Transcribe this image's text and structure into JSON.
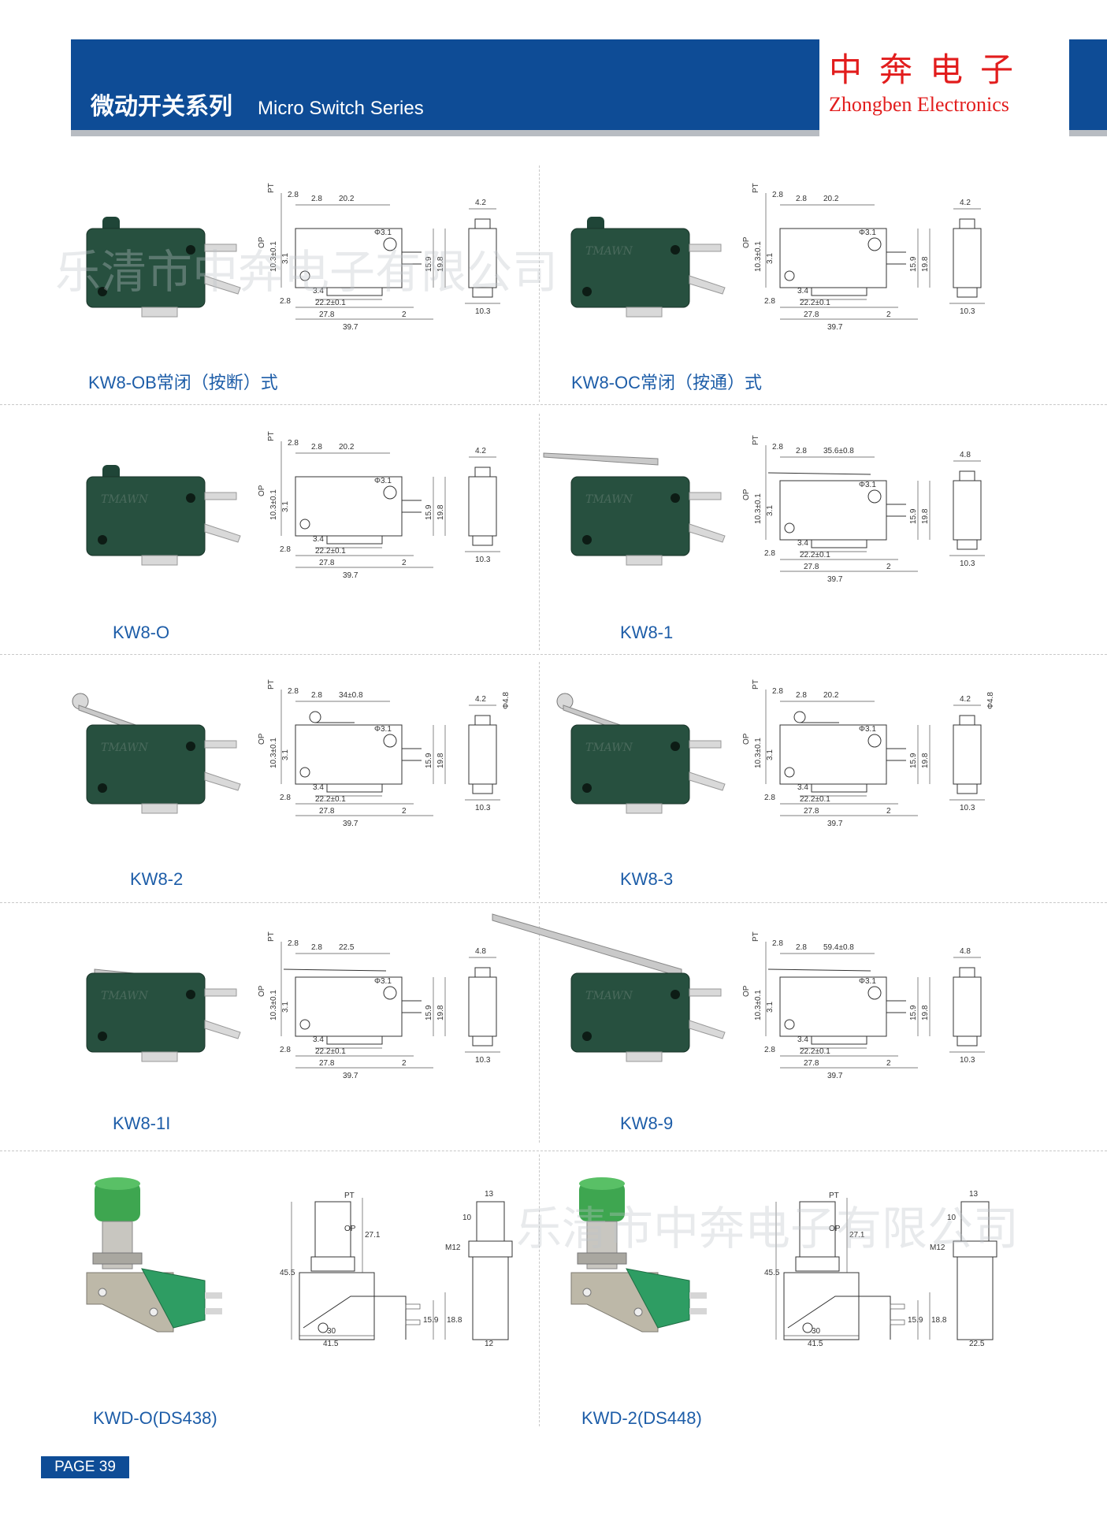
{
  "header": {
    "title_zh": "微动开关系列",
    "title_en": "Micro Switch Series",
    "brand_zh": "中奔电子",
    "brand_en": "Zhongben Electronics"
  },
  "watermarks": [
    "乐清市中奔电子有限公司",
    "乐清市中奔电子有限公司"
  ],
  "products": [
    {
      "model": "KW8-OB常闭（按断）式",
      "imprint": "",
      "dims": {
        "w": "20.2",
        "h1": "2.8",
        "h2": "2.8",
        "hole": "Φ3.1",
        "a": "3.4",
        "b": "22.2±0.1",
        "c": "27.8",
        "d": "39.7",
        "e": "2",
        "f": "15.9",
        "g": "19.8",
        "h": "10.3",
        "t": "4.2",
        "pt": "PT",
        "op": "OP",
        "v1": "10.3±0.1",
        "v2": "3.1",
        "s": "2.8"
      }
    },
    {
      "model": "KW8-OC常闭（按通）式",
      "imprint": "TMAWN",
      "dims": {
        "w": "20.2",
        "h1": "2.8",
        "h2": "2.8",
        "hole": "Φ3.1",
        "a": "3.4",
        "b": "22.2±0.1",
        "c": "27.8",
        "d": "39.7",
        "e": "2",
        "f": "15.9",
        "g": "19.8",
        "h": "10.3",
        "t": "4.2",
        "pt": "PT",
        "op": "OP",
        "v1": "10.3±0.1",
        "v2": "3.1",
        "s": "2.8"
      }
    },
    {
      "model": "KW8-O",
      "imprint": "TMAWN",
      "dims": {
        "w": "20.2",
        "h1": "2.8",
        "h2": "2.8",
        "hole": "Φ3.1",
        "a": "3.4",
        "b": "22.2±0.1",
        "c": "27.8",
        "d": "39.7",
        "e": "2",
        "f": "15.9",
        "g": "19.8",
        "h": "10.3",
        "t": "4.2",
        "pt": "PT",
        "op": "OP",
        "v1": "10.3±0.1",
        "v2": "3.1",
        "s": "2.8"
      }
    },
    {
      "model": "KW8-1",
      "imprint": "TMAWN",
      "dims": {
        "w": "35.6±0.8",
        "h1": "2.8",
        "h2": "2.8",
        "hole": "Φ3.1",
        "a": "3.4",
        "b": "22.2±0.1",
        "c": "27.8",
        "d": "39.7",
        "e": "2",
        "f": "15.9",
        "g": "19.8",
        "h": "10.3",
        "t": "4.8",
        "pt": "PT",
        "op": "OP",
        "v1": "10.3±0.1",
        "v2": "3.1",
        "s": "2.8"
      }
    },
    {
      "model": "KW8-2",
      "imprint": "TMAWN",
      "dims": {
        "w": "34±0.8",
        "h1": "2.8",
        "h2": "2.8",
        "hole": "Φ3.1",
        "a": "3.4",
        "b": "22.2±0.1",
        "c": "27.8",
        "d": "39.7",
        "e": "2",
        "f": "15.9",
        "g": "19.8",
        "h": "10.3",
        "t": "4.2",
        "pt": "PT",
        "op": "OP",
        "v1": "10.3±0.1",
        "v2": "3.1",
        "s": "2.8",
        "roll": "Φ4.8"
      }
    },
    {
      "model": "KW8-3",
      "imprint": "TMAWN",
      "dims": {
        "w": "20.2",
        "h1": "2.8",
        "h2": "2.8",
        "hole": "Φ3.1",
        "a": "3.4",
        "b": "22.2±0.1",
        "c": "27.8",
        "d": "39.7",
        "e": "2",
        "f": "15.9",
        "g": "19.8",
        "h": "10.3",
        "t": "4.2",
        "pt": "PT",
        "op": "OP",
        "v1": "10.3±0.1",
        "v2": "3.1",
        "s": "2.8",
        "roll": "Φ4.8"
      }
    },
    {
      "model": "KW8-1I",
      "imprint": "TMAWN",
      "dims": {
        "w": "22.5",
        "h1": "2.8",
        "h2": "2.8",
        "hole": "Φ3.1",
        "a": "3.4",
        "b": "22.2±0.1",
        "c": "27.8",
        "d": "39.7",
        "e": "2",
        "f": "15.9",
        "g": "19.8",
        "h": "10.3",
        "t": "4.8",
        "pt": "PT",
        "op": "OP",
        "v1": "10.3±0.1",
        "v2": "3.1",
        "s": "2.8"
      }
    },
    {
      "model": "KW8-9",
      "imprint": "TMAWN",
      "dims": {
        "w": "59.4±0.8",
        "h1": "2.8",
        "h2": "2.8",
        "hole": "Φ3.1",
        "a": "3.4",
        "b": "22.2±0.1",
        "c": "27.8",
        "d": "39.7",
        "e": "2",
        "f": "15.9",
        "g": "19.8",
        "h": "10.3",
        "t": "4.8",
        "pt": "PT",
        "op": "OP",
        "v1": "10.3±0.1",
        "v2": "3.1",
        "s": "2.8"
      }
    },
    {
      "model": "KWD-O(DS438)",
      "dims": {
        "pt": "PT",
        "op": "OP",
        "h45": "45.5",
        "h27": "27.1",
        "h15": "15.9",
        "h18": "18.8",
        "w30": "30",
        "w41": "41.5",
        "t13": "13",
        "t10": "10",
        "m12": "M12",
        "t12": "12"
      }
    },
    {
      "model": "KWD-2(DS448)",
      "dims": {
        "pt": "PT",
        "op": "OP",
        "h45": "45.5",
        "h27": "27.1",
        "h15": "15.9",
        "h18": "18.8",
        "w30": "30",
        "w41": "41.5",
        "t13": "13",
        "t10": "10",
        "m12": "M12",
        "t12": "22.5"
      }
    }
  ],
  "footer": {
    "page": "PAGE 39"
  }
}
